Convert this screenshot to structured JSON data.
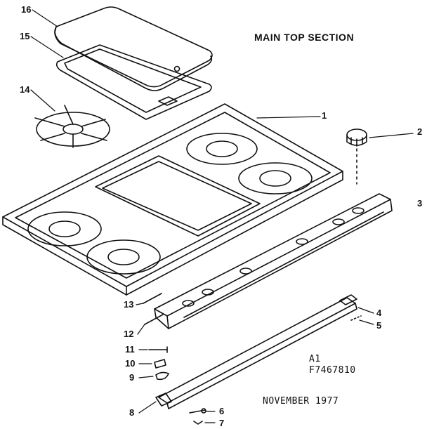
{
  "diagram": {
    "title": "MAIN TOP SECTION",
    "part_labels": [
      "16",
      "15",
      "14",
      "1",
      "2",
      "3",
      "13",
      "12",
      "4",
      "5",
      "11",
      "10",
      "9",
      "8",
      "6",
      "7"
    ],
    "code_line1": "A1",
    "code_line2": "F7467810",
    "date": "NOVEMBER 1977"
  }
}
